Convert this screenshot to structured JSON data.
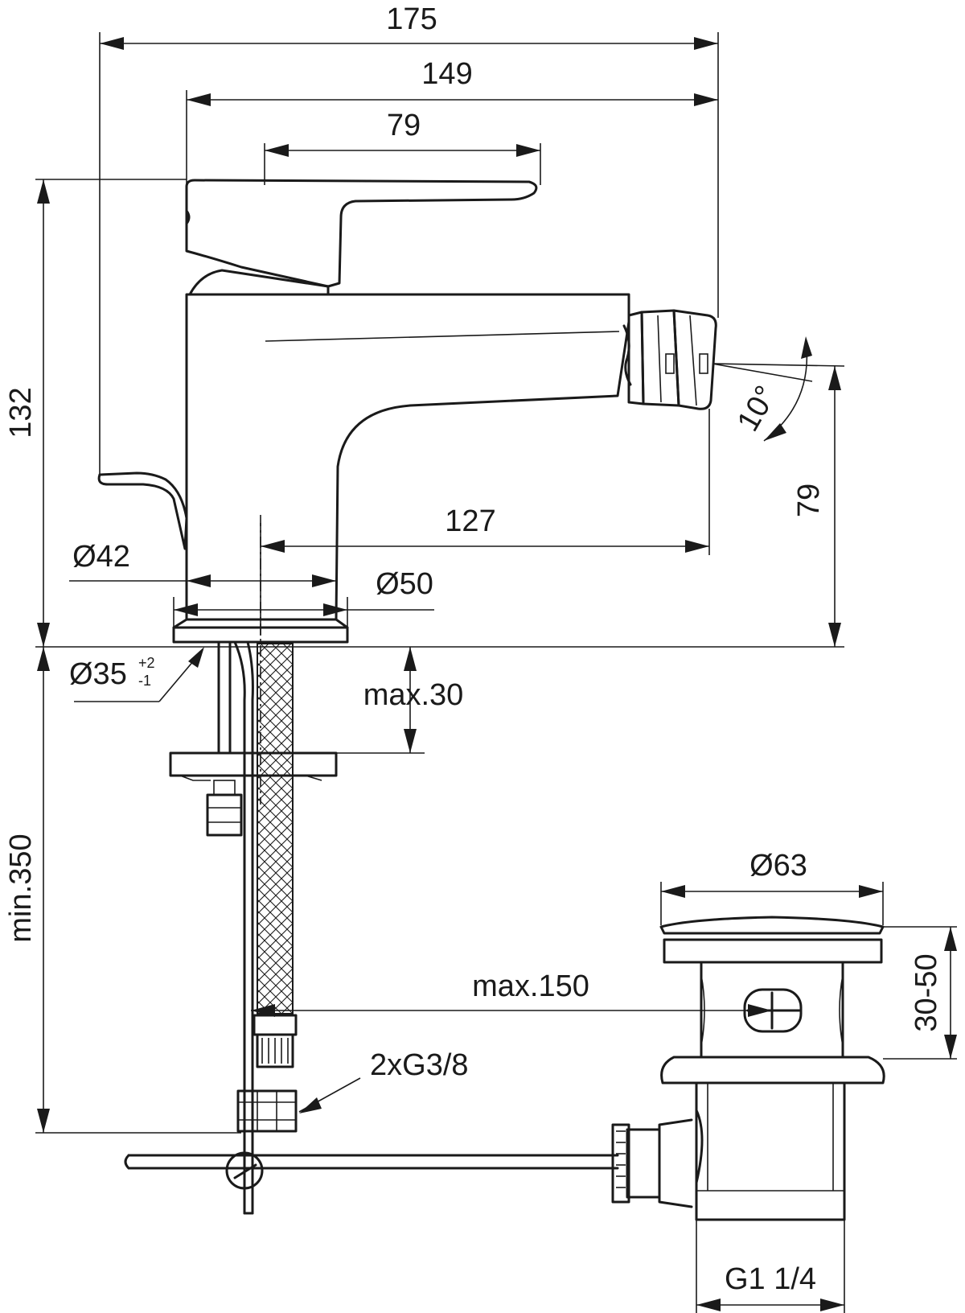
{
  "dimensions": {
    "overall_width": "175",
    "body_width": "149",
    "lever_length": "79",
    "total_height": "132",
    "spout_reach": "127",
    "spout_height": "79",
    "spout_angle": "10°",
    "lever_base_dia": "Ø42",
    "body_base_dia": "Ø50",
    "hole_dia": "Ø35",
    "hole_tol_plus": "+2",
    "hole_tol_minus": "-1",
    "max_deck": "max.30",
    "min_hose": "min.350",
    "max_rod": "max.150",
    "waste_dia": "Ø63",
    "waste_range": "30-50",
    "connection": "2xG3/8",
    "waste_thread": "G1 1/4"
  }
}
